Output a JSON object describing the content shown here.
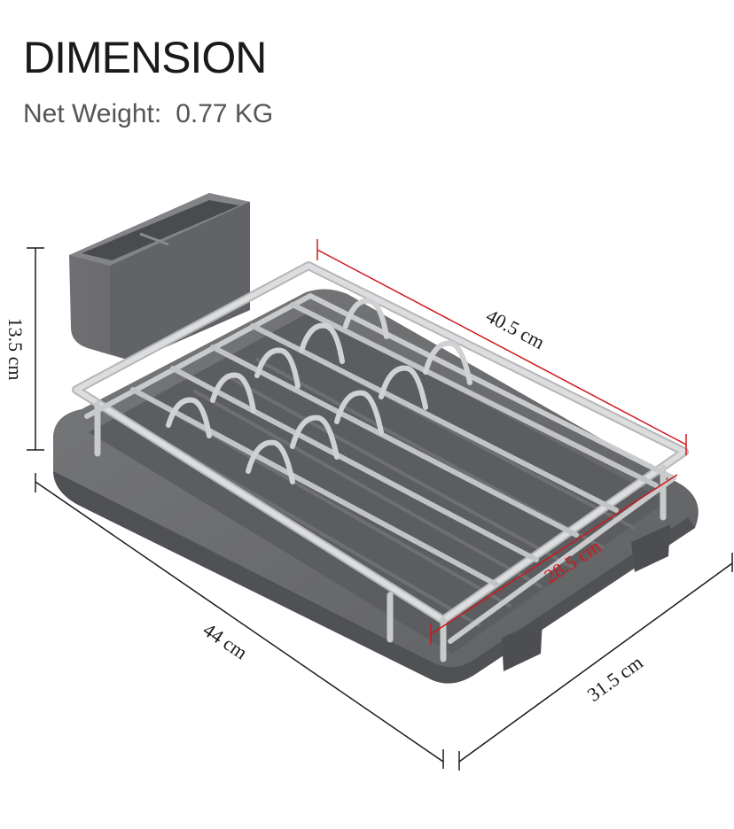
{
  "header": {
    "title": "DIMENSION",
    "net_weight_label": "Net Weight:",
    "net_weight_value": "0.77 KG"
  },
  "dimensions": {
    "height": "13.5 cm",
    "length": "44 cm",
    "width": "31.5 cm",
    "rack_length": "40.5 cm",
    "rack_width": "28.5 cm"
  },
  "colors": {
    "tray": "#6b6c6e",
    "tray_dark": "#55565a",
    "metal": "#cfd0d2",
    "red_line": "#d0181c",
    "black_line": "#1a1a1a"
  }
}
